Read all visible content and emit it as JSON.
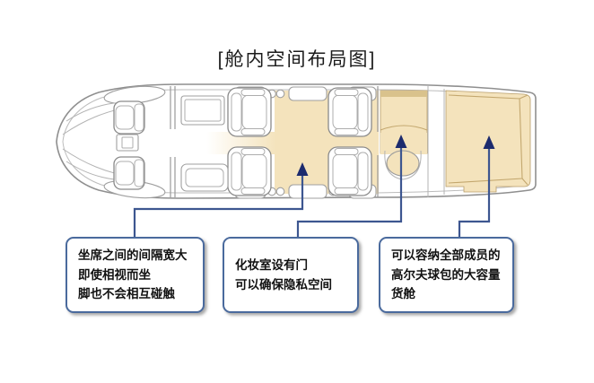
{
  "title": "[舱内空间布局图]",
  "callouts": [
    {
      "id": "seat-spacing",
      "lines": [
        "坐席之间的间隔宽大",
        "即使相视而坐",
        "脚也不会相互碰触"
      ]
    },
    {
      "id": "lavatory",
      "lines": [
        "化妆室设有门",
        "可以确保隐私空间"
      ]
    },
    {
      "id": "cargo",
      "lines": [
        "可以容纳全部成员的",
        "高尔夫球包的大容量",
        "货舱"
      ]
    }
  ],
  "colors": {
    "highlight_beige": "#f4e3bc",
    "highlight_dark": "#d9c28c",
    "arrow_navy": "#1c2b6e",
    "connector_blue": "#3d5690",
    "box_border": "#4a6a9d",
    "outline_gray": "#8f8f8f"
  }
}
